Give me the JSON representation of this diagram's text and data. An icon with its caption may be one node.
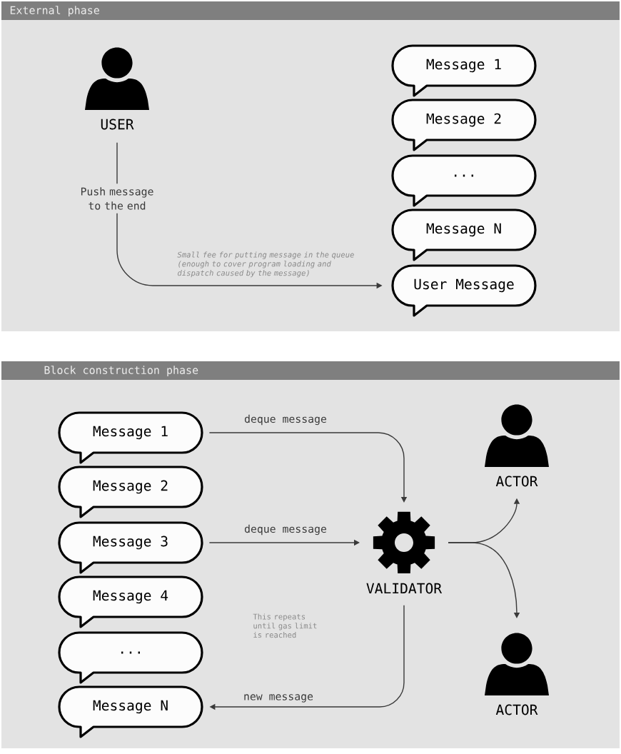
{
  "diagram": {
    "nodes": [
      {
        "text": [
          "External phase"
        ]
      },
      {
        "text": [
          "USER"
        ],
        "in": 0
      },
      {
        "text": [
          "Message 1"
        ],
        "in": 0
      },
      {
        "text": [
          "Message 2"
        ],
        "in": 0
      },
      {
        "text": [
          "..."
        ],
        "in": 0
      },
      {
        "text": [
          "Message N"
        ],
        "in": 0
      },
      {
        "text": [
          "User Message"
        ],
        "in": 0
      },
      {
        "text": [
          "Block construction phase"
        ]
      },
      {
        "text": [
          "Message 1"
        ],
        "in": 7
      },
      {
        "text": [
          "Message 2"
        ],
        "in": 7
      },
      {
        "text": [
          "Message 3"
        ],
        "in": 7
      },
      {
        "text": [
          "Message 4"
        ],
        "in": 7
      },
      {
        "text": [
          "..."
        ],
        "in": 7
      },
      {
        "text": [
          "Message N"
        ],
        "in": 7
      },
      {
        "text": [
          "VALIDATOR"
        ],
        "in": 7
      },
      {
        "text": [
          "ACTOR"
        ],
        "in": 7
      },
      {
        "text": [
          "ACTOR"
        ],
        "in": 7
      }
    ],
    "edges": [
      {
        "from": 1,
        "to": 6,
        "arrow": "to",
        "label": "Push message to the end"
      },
      {
        "from": 8,
        "to": 14,
        "arrow": "to",
        "label": "deque message"
      },
      {
        "from": 10,
        "to": 14,
        "arrow": "to",
        "label": "deque message"
      },
      {
        "from": 14,
        "to": 13,
        "arrow": "to",
        "label": "new message"
      },
      {
        "from": 14,
        "to": 15,
        "arrow": "to"
      },
      {
        "from": 14,
        "to": 16,
        "arrow": "to"
      }
    ],
    "labels": [
      "Small fee for putting message in the queue (enough to cover program loading and dispatch caused by the message)",
      "This repeats until gas limit is reached"
    ]
  }
}
